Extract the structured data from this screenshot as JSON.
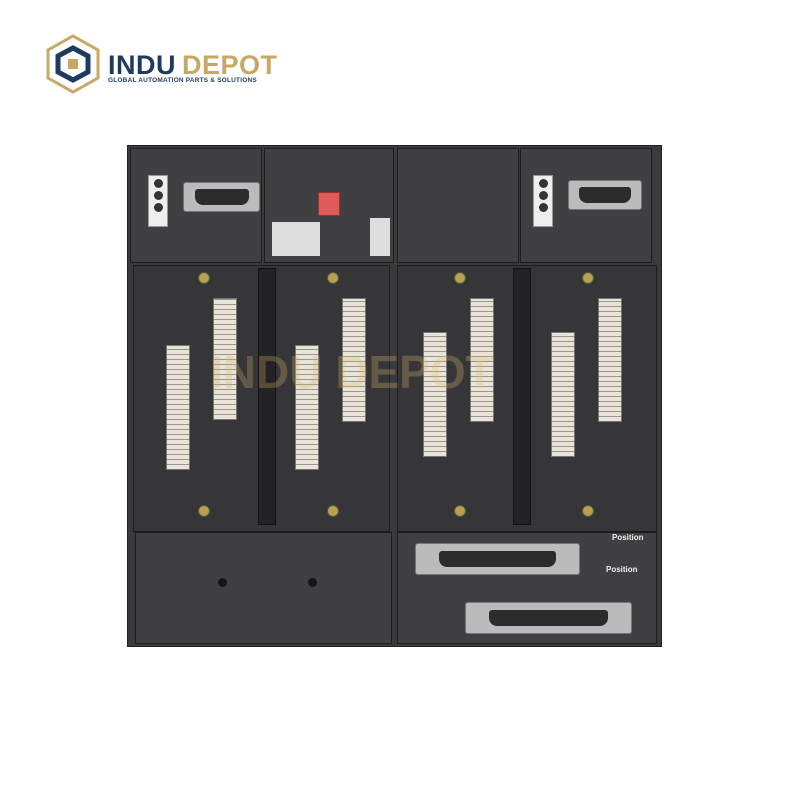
{
  "brand": {
    "name_part1": "INDU",
    "name_part2": "DEPOT",
    "tagline": "GLOBAL AUTOMATION PARTS & SOLUTIONS",
    "colors": {
      "navy": "#1f3a5f",
      "gold": "#c9a865"
    }
  },
  "device": {
    "position_label_1": "Position",
    "position_label_2": "Position"
  },
  "watermark": {
    "part1": "INDU",
    "part2": "DEPOT"
  }
}
